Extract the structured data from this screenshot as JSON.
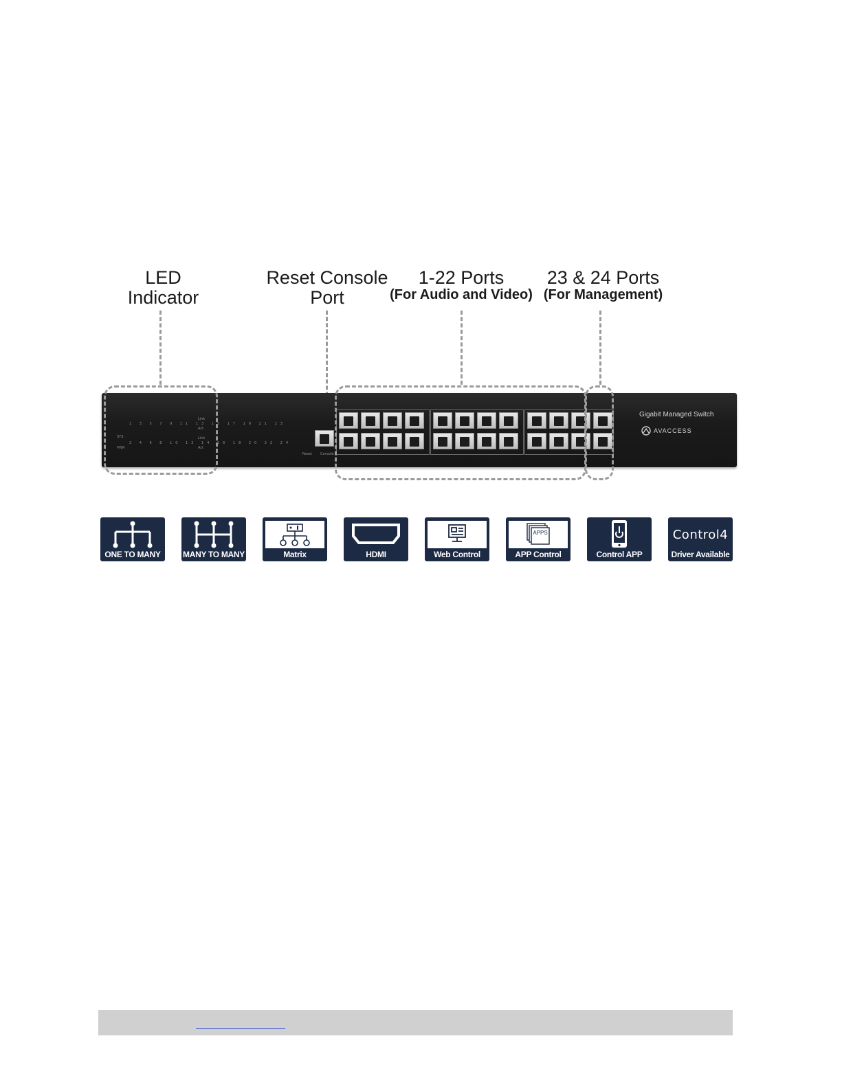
{
  "callouts": {
    "led": {
      "line1": "LED",
      "line2": "Indicator"
    },
    "reset": {
      "line1": "Reset Console",
      "line2": "Port"
    },
    "ports_av": {
      "title": "1-22 Ports",
      "subtitle": "(For Audio and Video)"
    },
    "ports_mgmt": {
      "title": "23 & 24 Ports",
      "subtitle": "(For Management)"
    }
  },
  "switch": {
    "model_text": "Gigabit Managed Switch",
    "brand_text": "AVACCESS",
    "led_top_numbers": "1 3 5 7 9 11 13 15 17 19 21 23",
    "led_bottom_numbers": "2 4 6 8 10 12 14 16 18 20 22 24",
    "led_link": "Link",
    "led_act": "Act",
    "sys_label": "SYS",
    "pwr_label": "PWR",
    "reset_label": "Reset",
    "console_label": "Console"
  },
  "features": [
    {
      "icon": "one-to-many-icon",
      "label": "ONE TO MANY"
    },
    {
      "icon": "many-to-many-icon",
      "label": "MANY TO MANY"
    },
    {
      "icon": "matrix-icon",
      "label": "Matrix"
    },
    {
      "icon": "hdmi-icon",
      "label": "HDMI"
    },
    {
      "icon": "web-control-icon",
      "label": "Web Control"
    },
    {
      "icon": "app-control-icon",
      "label": "APP Control",
      "art_text": "APPS"
    },
    {
      "icon": "control-app-icon",
      "label": "Control APP"
    },
    {
      "icon": "control4-icon",
      "label": "Driver Available",
      "art_text": "Control4"
    }
  ],
  "colors": {
    "tile_bg": "#1c2a44",
    "footer_bg": "#d0d0d0",
    "link": "#1f3fd6"
  }
}
